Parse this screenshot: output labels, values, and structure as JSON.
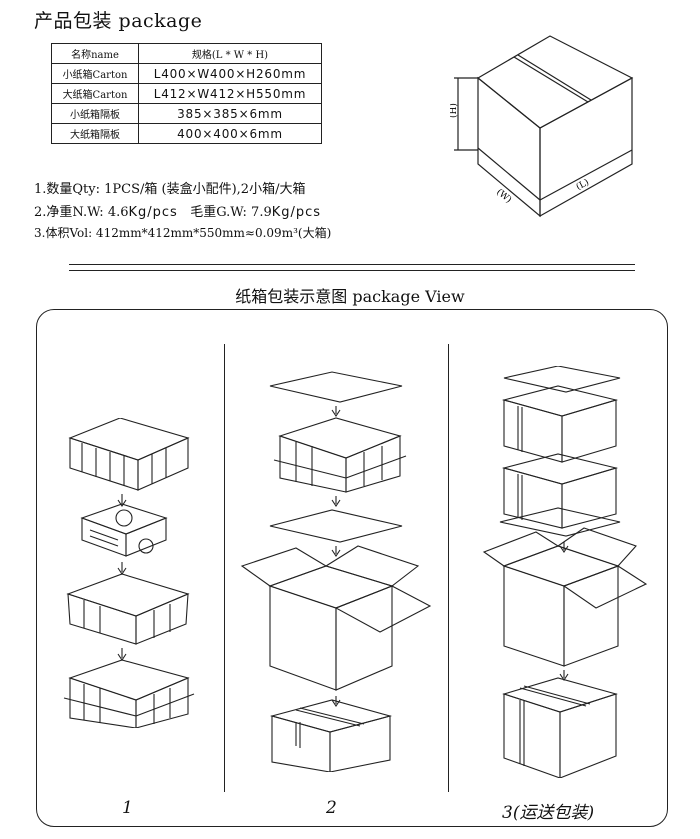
{
  "title": "产品包装 package",
  "spec_table": {
    "headers": [
      "名称name",
      "规格(L * W * H)"
    ],
    "rows": [
      [
        "小纸箱Carton",
        "L400×W400×H260mm"
      ],
      [
        "大纸箱Carton",
        "L412×W412×H550mm"
      ],
      [
        "小纸箱隔板",
        "385×385×6mm"
      ],
      [
        "大纸箱隔板",
        "400×400×6mm"
      ]
    ]
  },
  "notes": {
    "qty": "1.数量Qty: 1PCS/箱 (装盒小配件),2小箱/大箱",
    "weight_prefix": "2.净重N.W: 4.6",
    "weight_nw_unit": "Kg/pcs",
    "weight_gw_label": "毛重G.W: 7.9",
    "weight_gw_unit": "Kg/pcs",
    "volume": "3.体积Vol: 412mm*412mm*550mm≈0.09m³(大箱)"
  },
  "box_labels": {
    "height": "(H)",
    "width": "(W)",
    "length": "(L)"
  },
  "view_title": "纸箱包装示意图 package View",
  "steps": [
    "1",
    "2",
    "3(运送包装)"
  ]
}
